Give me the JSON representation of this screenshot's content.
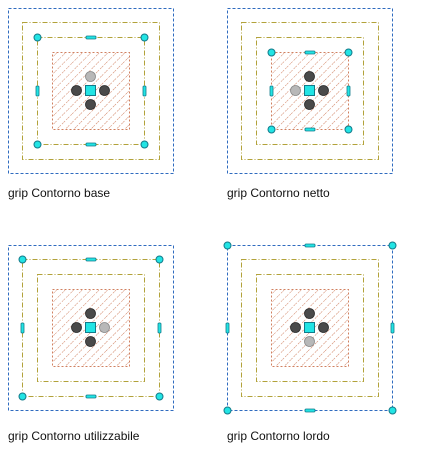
{
  "colors": {
    "outer_boundary": "#2f6bbf",
    "inner_boundary": "#b2a23a",
    "hatch": "#d08060",
    "grip_fill": "#22e4e4",
    "grip_stroke": "#127a8a",
    "dot_dark": "#4a4a4a",
    "dot_light": "#b8b8b8"
  },
  "panels": [
    {
      "caption": "grip Contorno base",
      "grip_boundary": "base",
      "light_dot": "up"
    },
    {
      "caption": "grip Contorno netto",
      "grip_boundary": "netto",
      "light_dot": "left"
    },
    {
      "caption": "grip Contorno utilizzabile",
      "grip_boundary": "utilizzabile",
      "light_dot": "right"
    },
    {
      "caption": "grip Contorno lordo",
      "grip_boundary": "lordo",
      "light_dot": "down"
    }
  ]
}
